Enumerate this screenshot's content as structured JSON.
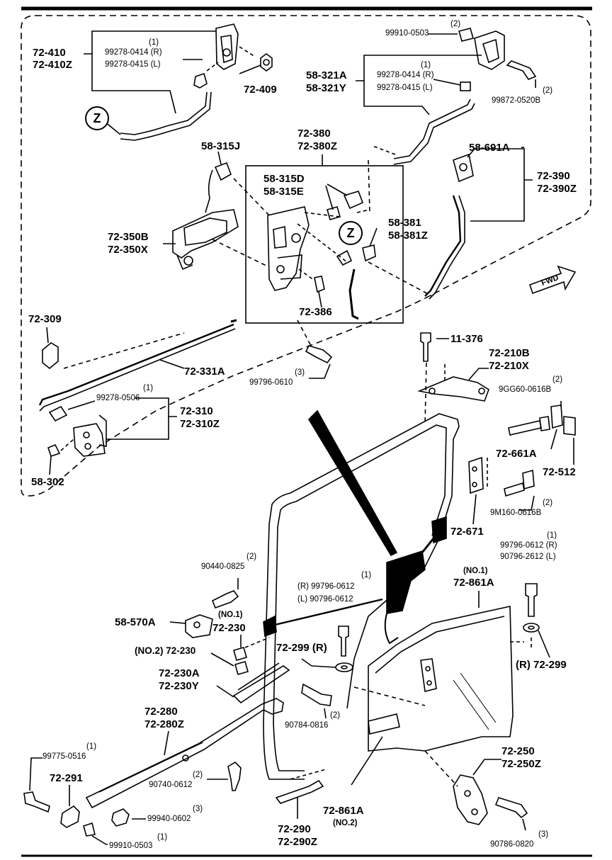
{
  "labels": {
    "l72_410": "72-410",
    "l72_410z": "72-410Z",
    "q1a": "(1)",
    "p99278_0414r": "99278-0414 (R)",
    "p99278_0415l": "99278-0415 (L)",
    "l72_409": "72-409",
    "q2a": "(2)",
    "p99910_0503a": "99910-0503",
    "l58_321a": "58-321A",
    "l58_321y": "58-321Y",
    "q1b": "(1)",
    "p99278_0414r_b": "99278-0414 (R)",
    "p99278_0415l_b": "99278-0415 (L)",
    "q2b": "(2)",
    "p99872_0520b": "99872-0520B",
    "z1": "Z",
    "z2": "Z",
    "l72_380": "72-380",
    "l72_380z": "72-380Z",
    "l58_315j": "58-315J",
    "l58_315d": "58-315D",
    "l58_315e": "58-315E",
    "l58_691a": "58-691A",
    "l72_390": "72-390",
    "l72_390z": "72-390Z",
    "l72_350b": "72-350B",
    "l72_350x": "72-350X",
    "l58_381": "58-381",
    "l58_381z": "58-381Z",
    "l72_386": "72-386",
    "l72_309": "72-309",
    "l72_331a": "72-331A",
    "q3a": "(3)",
    "p99796_0610": "99796-0610",
    "l11_376": "11-376",
    "l72_210b": "72-210B",
    "l72_210x": "72-210X",
    "q2c": "(2)",
    "p9gg60_0616b": "9GG60-0616B",
    "q1c": "(1)",
    "p99278_0506": "99278-0506",
    "l72_310": "72-310",
    "l72_310z": "72-310Z",
    "l72_661a": "72-661A",
    "l72_512": "72-512",
    "l58_302": "58-302",
    "q2d": "(2)",
    "p9m160_0616b": "9M160-0616B",
    "l72_671": "72-671",
    "q1d": "(1)",
    "p99796_0612r": "99796-0612 (R)",
    "p90796_2612l": "90796-2612 (L)",
    "q2e": "(2)",
    "p90440_0825": "90440-0825",
    "q1e": "(1)",
    "p99796_0612r_b": "(R) 99796-0612",
    "p90796_0612l": "(L) 90796-0612",
    "no1a": "(NO.1)",
    "l72_861a": "72-861A",
    "l58_570a": "58-570A",
    "no1b": "(NO.1)",
    "l72_230": "72-230",
    "l72_230_no2": "(NO.2) 72-230",
    "l72_299r": "72-299 (R)",
    "l72_299r_b": "(R) 72-299",
    "l72_230a": "72-230A",
    "l72_230y": "72-230Y",
    "l72_280": "72-280",
    "l72_280z": "72-280Z",
    "q2f": "(2)",
    "p90784_0816": "90784-0816",
    "q1f": "(1)",
    "p99775_0516": "99775-0516",
    "l72_250": "72-250",
    "l72_250z": "72-250Z",
    "l72_291": "72-291",
    "q2g": "(2)",
    "p90740_0612": "90740-0612",
    "l72_861a_b": "72-861A",
    "no2": "(NO.2)",
    "q3b": "(3)",
    "p99940_0602": "99940-0602",
    "q1g": "(1)",
    "p99910_0503b": "99910-0503",
    "l72_290": "72-290",
    "l72_290z": "72-290Z",
    "q3c": "(3)",
    "p90786_0820": "90786-0820",
    "fwd": "FWD"
  }
}
